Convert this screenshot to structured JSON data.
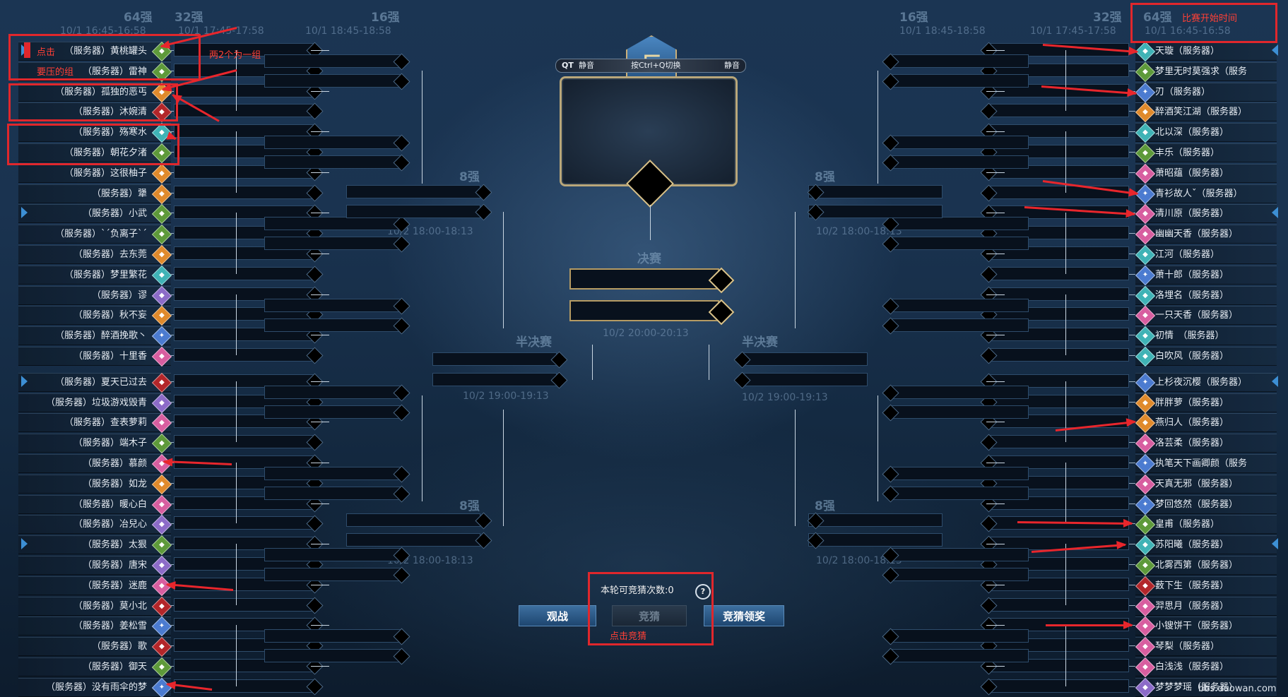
{
  "header": {
    "round64_label": "64强",
    "round32_label": "32强",
    "round16_label": "16强",
    "round8_label": "8强",
    "semifinal_label": "半决赛",
    "final_label": "决赛",
    "time_64": "10/1 16:45-16:58",
    "time_32": "10/1 17:45-17:58",
    "time_16": "10/1 18:45-18:58",
    "time_8": "10/2 18:00-18:13",
    "time_semi": "10/2 19:00-19:13",
    "time_final": "10/2 20:00-20:13"
  },
  "center": {
    "qt_label": "QT",
    "mute_label_left": "静音",
    "mute_label_right": "静音",
    "hotkey_hint": "按Ctrl+Q切换",
    "emblem_char": "巨"
  },
  "bottom": {
    "guess_count_text": "本轮可竞猜次数:0",
    "help_icon": "?",
    "watch_button": "观战",
    "guess_button": "竞猜",
    "reward_button": "竞猜领奖"
  },
  "left_players": [
    "黄桃罐头",
    "雷神",
    "孤独的恶丐",
    "沐婉清",
    "殇寒水",
    "朝花夕渚",
    "这很柚子",
    "犟",
    "小武",
    "`´负离子`´",
    "去东莞",
    "梦里繁花",
    "谬",
    "秋不妄",
    "醉酒挽歌丶",
    "十里香",
    "夏天已过去",
    "垃圾游戏毁青",
    "查表萝莉",
    "端木子",
    "慕颜",
    "如龙",
    "暖心白",
    "冶兒心",
    "太狠",
    "唐宋",
    "迷鹿",
    "莫小北",
    "姜松雪",
    "歌",
    "御天",
    "没有雨伞的梦"
  ],
  "left_server_prefix": "（服务器）",
  "left_sects": [
    "green",
    "green",
    "orange",
    "red",
    "teal",
    "green",
    "orange",
    "orange",
    "green",
    "green",
    "orange",
    "teal",
    "purple",
    "orange",
    "blue",
    "pink",
    "red",
    "purple",
    "pink",
    "green",
    "pink",
    "orange",
    "pink",
    "purple",
    "green",
    "purple",
    "pink",
    "red",
    "blue",
    "red",
    "green",
    "blue"
  ],
  "right_players": [
    "天璇（服务器）",
    "梦里无时莫强求（服务",
    "刃（服务器）",
    "醉酒笑江湖（服务器）",
    "北以深（服务器）",
    "丰乐（服务器）",
    "萧昭蕴（服务器）",
    "青衫故人ˇ（服务器）",
    "清川原（服务器）",
    "幽幽天香（服务器）",
    "江河（服务器）",
    "萧十郎（服务器）",
    "洛埋名（服务器）",
    "一只天香（服务器）",
    "初情　（服务器）",
    "白吹风（服务器）",
    "上杉夜沉樱（服务器）",
    "胖胖萝（服务器）",
    "燕归人（服务器）",
    "洛芸柔（服务器）",
    "执笔天下画卿颜（服务",
    "天真无邪（服务器）",
    "梦回悠然（服务器）",
    "皇甫（服务器）",
    "苏阳曦（服务器）",
    "北雾西第（服务器）",
    "薮下生（服务器）",
    "羿思月（服务器）",
    "小锼饼干（服务器）",
    "琴梨（服务器）",
    "白浅浅（服务器）",
    "梦梦梦瑶（服务器）"
  ],
  "right_sects": [
    "teal",
    "green",
    "blue",
    "orange",
    "teal",
    "green",
    "pink",
    "blue",
    "pink",
    "pink",
    "teal",
    "blue",
    "teal",
    "pink",
    "teal",
    "teal",
    "blue",
    "orange",
    "orange",
    "pink",
    "blue",
    "pink",
    "blue",
    "green",
    "teal",
    "green",
    "red",
    "pink",
    "pink",
    "pink",
    "pink",
    "purple"
  ],
  "colors": {
    "annotation_red": "#e0272c",
    "green": "#5e9a3a",
    "orange": "#e08a2c",
    "red": "#b3262a",
    "teal": "#3fb3b6",
    "blue": "#4b7bd0",
    "purple": "#8c6bc8",
    "pink": "#d85ea0"
  },
  "annotations": {
    "click_text": "点击",
    "suppress_text": "要压的组",
    "pair_note": "两2个为一组",
    "start_time_note": "比赛开始时间",
    "click_guess_note": "点击竞猜"
  },
  "watermark": "bbs.duowan.com"
}
